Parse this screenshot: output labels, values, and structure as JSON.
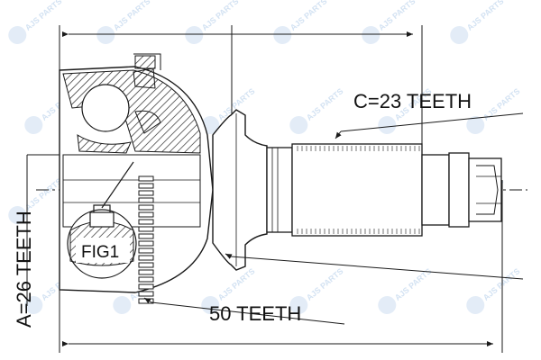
{
  "labels": {
    "teeth_a": "A=26 TEETH",
    "teeth_c": "C=23 TEETH",
    "teeth_abs": "50 TEETH",
    "fig": "FIG1"
  },
  "watermark": {
    "brand": "AJS",
    "suffix": "PARTS",
    "color": "#6fa0d8"
  },
  "colors": {
    "line": "#1a1a1a",
    "hatch": "#2a2a2a"
  }
}
